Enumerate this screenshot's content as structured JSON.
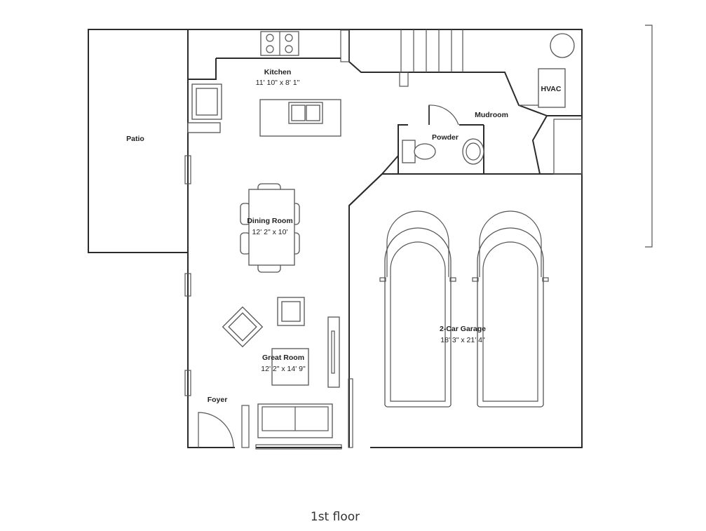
{
  "floor_label": "1st floor",
  "rooms": {
    "kitchen": {
      "name": "Kitchen",
      "dims": "11' 10\" x 8' 1\""
    },
    "patio": {
      "name": "Patio"
    },
    "dining": {
      "name": "Dining Room",
      "dims": "12' 2\" x 10'"
    },
    "powder": {
      "name": "Powder"
    },
    "mudroom": {
      "name": "Mudroom"
    },
    "hvac": {
      "name": "HVAC"
    },
    "garage": {
      "name": "2-Car Garage",
      "dims": "18' 3\" x 21' 4\""
    },
    "great_room": {
      "name": "Great Room",
      "dims": "12' 2\" x 14' 9\""
    },
    "foyer": {
      "name": "Foyer"
    }
  },
  "colors": {
    "wall": "#2b2b2b",
    "fixture": "#555555",
    "background": "#ffffff"
  }
}
